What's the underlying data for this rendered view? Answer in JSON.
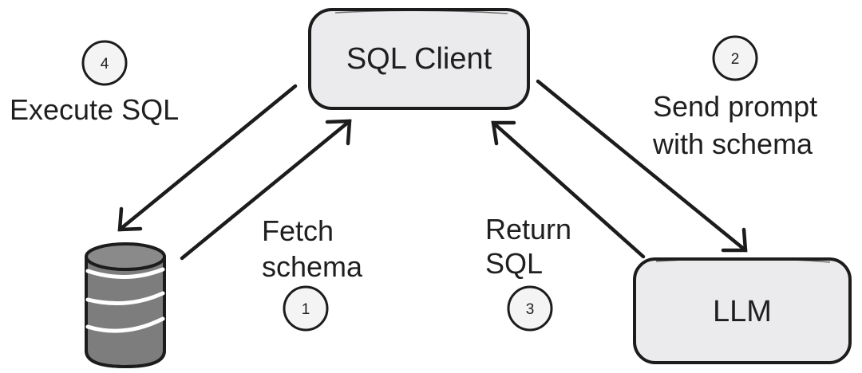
{
  "nodes": {
    "sql_client": {
      "label": "SQL Client"
    },
    "llm": {
      "label": "LLM"
    },
    "database": {
      "icon": "database-icon"
    }
  },
  "steps": [
    {
      "number": "1",
      "lines": [
        "Fetch",
        "schema"
      ]
    },
    {
      "number": "2",
      "lines": [
        "Send prompt",
        "with schema"
      ]
    },
    {
      "number": "3",
      "lines": [
        "Return",
        "SQL"
      ]
    },
    {
      "number": "4",
      "lines": [
        "Execute SQL"
      ]
    }
  ],
  "colors": {
    "box_fill": "#ebebed",
    "stroke": "#1c1c1c",
    "db_fill": "#7d7d7d",
    "db_band": "#ffffff",
    "badge_fill": "#f4f4f4"
  }
}
